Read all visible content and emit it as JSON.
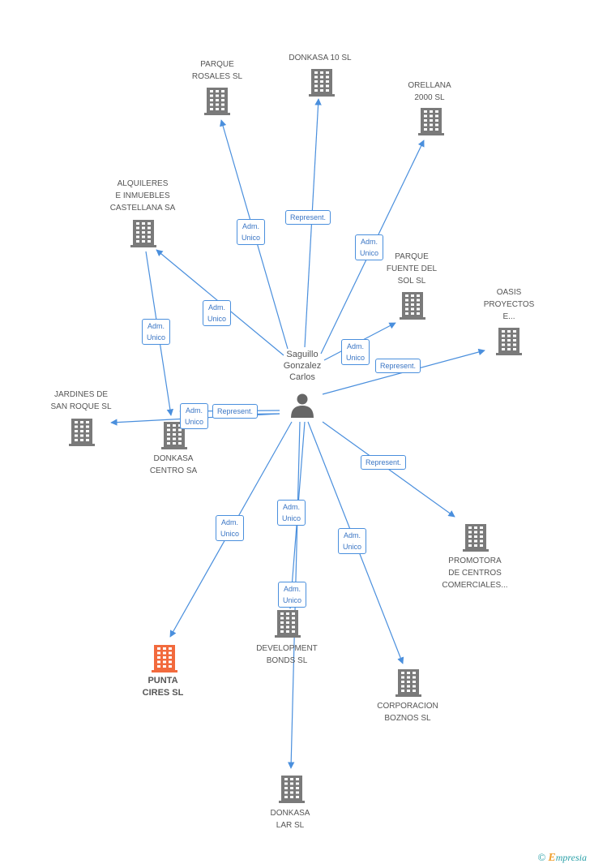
{
  "center": {
    "name": "Saguillo\nGonzalez\nCarlos"
  },
  "colors": {
    "edge": "#4a8fdd",
    "building": "#7a7a7a",
    "highlight": "#f26a3d"
  },
  "companies": [
    {
      "id": "parque_rosales",
      "label": "PARQUE\nROSALES SL"
    },
    {
      "id": "donkasa_10",
      "label": "DONKASA 10 SL"
    },
    {
      "id": "orellana",
      "label": "ORELLANA\n2000 SL"
    },
    {
      "id": "alquileres",
      "label": "ALQUILERES\nE INMUEBLES\nCASTELLANA SA"
    },
    {
      "id": "parque_fuente",
      "label": "PARQUE\nFUENTE DEL\nSOL SL"
    },
    {
      "id": "oasis",
      "label": "OASIS\nPROYECTOS\nE..."
    },
    {
      "id": "jardines",
      "label": "JARDINES DE\nSAN ROQUE SL"
    },
    {
      "id": "donkasa_centro",
      "label": "DONKASA\nCENTRO SA"
    },
    {
      "id": "promotora",
      "label": "PROMOTORA\nDE CENTROS\nCOMERCIALES..."
    },
    {
      "id": "punta_cires",
      "label": "PUNTA\nCIRES SL",
      "highlight": true
    },
    {
      "id": "development",
      "label": "DEVELOPMENT\nBONDS SL"
    },
    {
      "id": "corporacion",
      "label": "CORPORACION\nBOZNOS SL"
    },
    {
      "id": "donkasa_lar",
      "label": "DONKASA\nLAR SL"
    }
  ],
  "edges": [
    {
      "to": "parque_rosales",
      "label": "Adm.\nUnico"
    },
    {
      "to": "donkasa_10",
      "label": "Represent."
    },
    {
      "to": "orellana",
      "label": "Adm.\nUnico"
    },
    {
      "to": "alquileres",
      "label": "Adm.\nUnico"
    },
    {
      "to": "parque_fuente",
      "label": "Adm.\nUnico"
    },
    {
      "to": "oasis",
      "label": "Represent."
    },
    {
      "to": "jardines",
      "label": "Adm.\nUnico"
    },
    {
      "to": "donkasa_centro",
      "label": "Represent."
    },
    {
      "to": "donkasa_centro",
      "label": "Adm.\nUnico",
      "via": "alquileres"
    },
    {
      "to": "promotora",
      "label": "Represent."
    },
    {
      "to": "punta_cires",
      "label": "Adm.\nUnico"
    },
    {
      "to": "development",
      "label": "Adm.\nUnico"
    },
    {
      "to": "corporacion",
      "label": "Adm.\nUnico"
    },
    {
      "to": "donkasa_lar",
      "label": "Adm.\nUnico"
    }
  ],
  "brand": {
    "copyright": "©",
    "name": "mpresia",
    "initial": "E"
  }
}
